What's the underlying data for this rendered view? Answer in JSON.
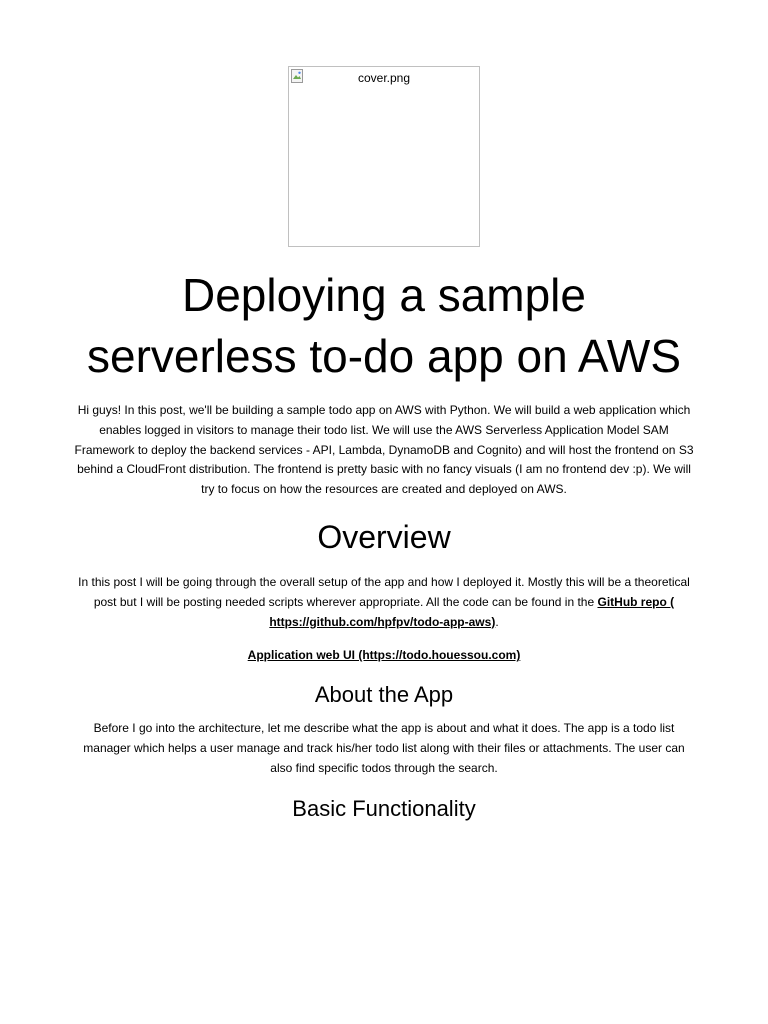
{
  "cover": {
    "alt": "cover.png",
    "icon": "broken-image-icon"
  },
  "title": "Deploying a sample serverless to-do app on AWS",
  "intro": "Hi guys! In this post, we'll be building a sample todo app on AWS with Python. We will build a web application which enables logged in visitors to manage their todo list. We will use the AWS Serverless Application Model SAM Framework to deploy the backend services - API, Lambda, DynamoDB and Cognito) and will host the frontend on S3 behind a CloudFront distribution. The frontend is pretty basic with no fancy visuals (I am no frontend dev :p). We will try to focus on how the resources are created and deployed on AWS.",
  "overview": {
    "heading": "Overview",
    "text_before_link": "In this post I will be going through the overall setup of the app and how I deployed it. Mostly this will be a theoretical post but I will be posting needed scripts wherever appropriate. All the code can be found in the ",
    "github_link": "GitHub repo ( https://github.com/hpfpv/todo-app-aws)",
    "text_after_link": ".",
    "app_link": "Application web UI (https://todo.houessou.com)"
  },
  "about": {
    "heading": "About the App",
    "text": "Before I go into the architecture, let me describe what the app is about and what it does. The app is a todo list manager which helps a user manage and track his/her todo list along with their files or attachments. The user can also find specific todos through the search."
  },
  "basic_functionality": {
    "heading": "Basic Functionality"
  }
}
